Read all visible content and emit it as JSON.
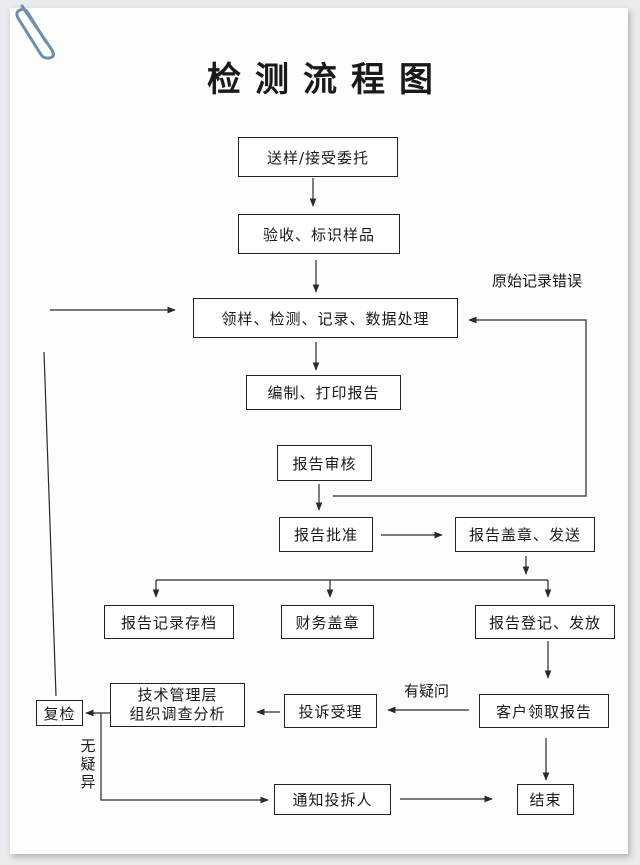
{
  "title": "检测流程图",
  "nodes": {
    "sample_receive": "送样/接受委托",
    "acceptance": "验收、标识样品",
    "sampling_test": "领样、检测、记录、数据处理",
    "compile_print": "编制、打印报告",
    "report_review": "报告审核",
    "report_approve": "报告批准",
    "seal_send": "报告盖章、发送",
    "archive": "报告记录存档",
    "finance_seal": "财务盖章",
    "register_issue": "报告登记、发放",
    "customer_collect": "客户领取报告",
    "complaint_accept": "投诉受理",
    "tech_mgmt_line1": "技术管理层",
    "tech_mgmt_line2": "组织调查分析",
    "recheck": "复检",
    "notify": "通知投拆人",
    "end": "结束"
  },
  "labels": {
    "record_error": "原始记录错误",
    "has_doubt": "有疑问",
    "no_doubt_1": "无",
    "no_doubt_2": "疑",
    "no_doubt_3": "异"
  },
  "colors": {
    "line": "#2a2a2a",
    "paper": "#fdfdfd",
    "background": "#e9ebee"
  }
}
